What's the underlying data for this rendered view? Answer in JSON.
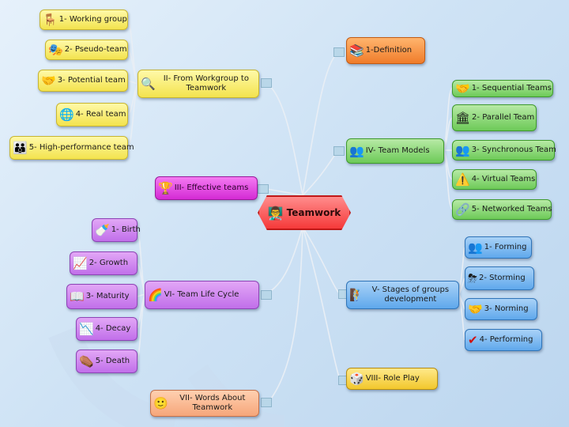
{
  "center": {
    "label": "Teamwork",
    "icon": "presenter-icon"
  },
  "branches": [
    {
      "id": "b1",
      "label": "II- From Workgroup to Teamwork",
      "color": "#f3e34e",
      "icon": "magnifier-icon"
    },
    {
      "id": "b2",
      "label": "1-Definition",
      "color": "#f07c2a",
      "icon": "books-icon"
    },
    {
      "id": "b3",
      "label": "IV- Team Models",
      "color": "#6dca58",
      "icon": "team-icon"
    },
    {
      "id": "b4",
      "label": "III- Effective teams",
      "color": "#d42ad4",
      "icon": "trophy-icon"
    },
    {
      "id": "b5",
      "label": "VI- Team Life Cycle",
      "color": "#c16fea",
      "icon": "rainbow-icon"
    },
    {
      "id": "b6",
      "label": "V- Stages of groups development",
      "color": "#5fa8ec",
      "icon": "climber-icon"
    },
    {
      "id": "b7",
      "label": "VIII- Role Play",
      "color": "#f2c72c",
      "icon": "board-game-icon"
    },
    {
      "id": "b8",
      "label": "VII- Words About Teamwork",
      "color": "#f6a67a",
      "icon": "face-icon"
    }
  ],
  "leaves": {
    "workgroup": [
      {
        "label": "1- Working group",
        "icon": "desk-icon"
      },
      {
        "label": "2- Pseudo-team",
        "icon": "faces-icon"
      },
      {
        "label": "3- Potential team",
        "icon": "handshake-icon"
      },
      {
        "label": "4- Real team",
        "icon": "globe-icon"
      },
      {
        "label": "5- High-performance team",
        "icon": "group-icon"
      }
    ],
    "models": [
      {
        "label": "1- Sequential Teams",
        "icon": "handshake-icon"
      },
      {
        "label": "2- Parallel Team",
        "icon": "building-icon"
      },
      {
        "label": "3- Synchronous Team",
        "icon": "group-icon"
      },
      {
        "label": "4- Virtual Teams",
        "icon": "warning-icon"
      },
      {
        "label": "5- Networked Teams",
        "icon": "network-icon"
      }
    ],
    "lifecycle": [
      {
        "label": "1- Birth",
        "icon": "bottle-icon"
      },
      {
        "label": "2- Growth",
        "icon": "chart-up-icon"
      },
      {
        "label": "3- Maturity",
        "icon": "reader-icon"
      },
      {
        "label": "4- Decay",
        "icon": "chart-down-icon"
      },
      {
        "label": "5- Death",
        "icon": "grave-icon"
      }
    ],
    "stages": [
      {
        "label": "1- Forming",
        "icon": "people-icon"
      },
      {
        "label": "2- Storming",
        "icon": "storm-icon"
      },
      {
        "label": "3- Norming",
        "icon": "handshake-icon"
      },
      {
        "label": "4- Performing",
        "icon": "check-icon"
      }
    ]
  }
}
